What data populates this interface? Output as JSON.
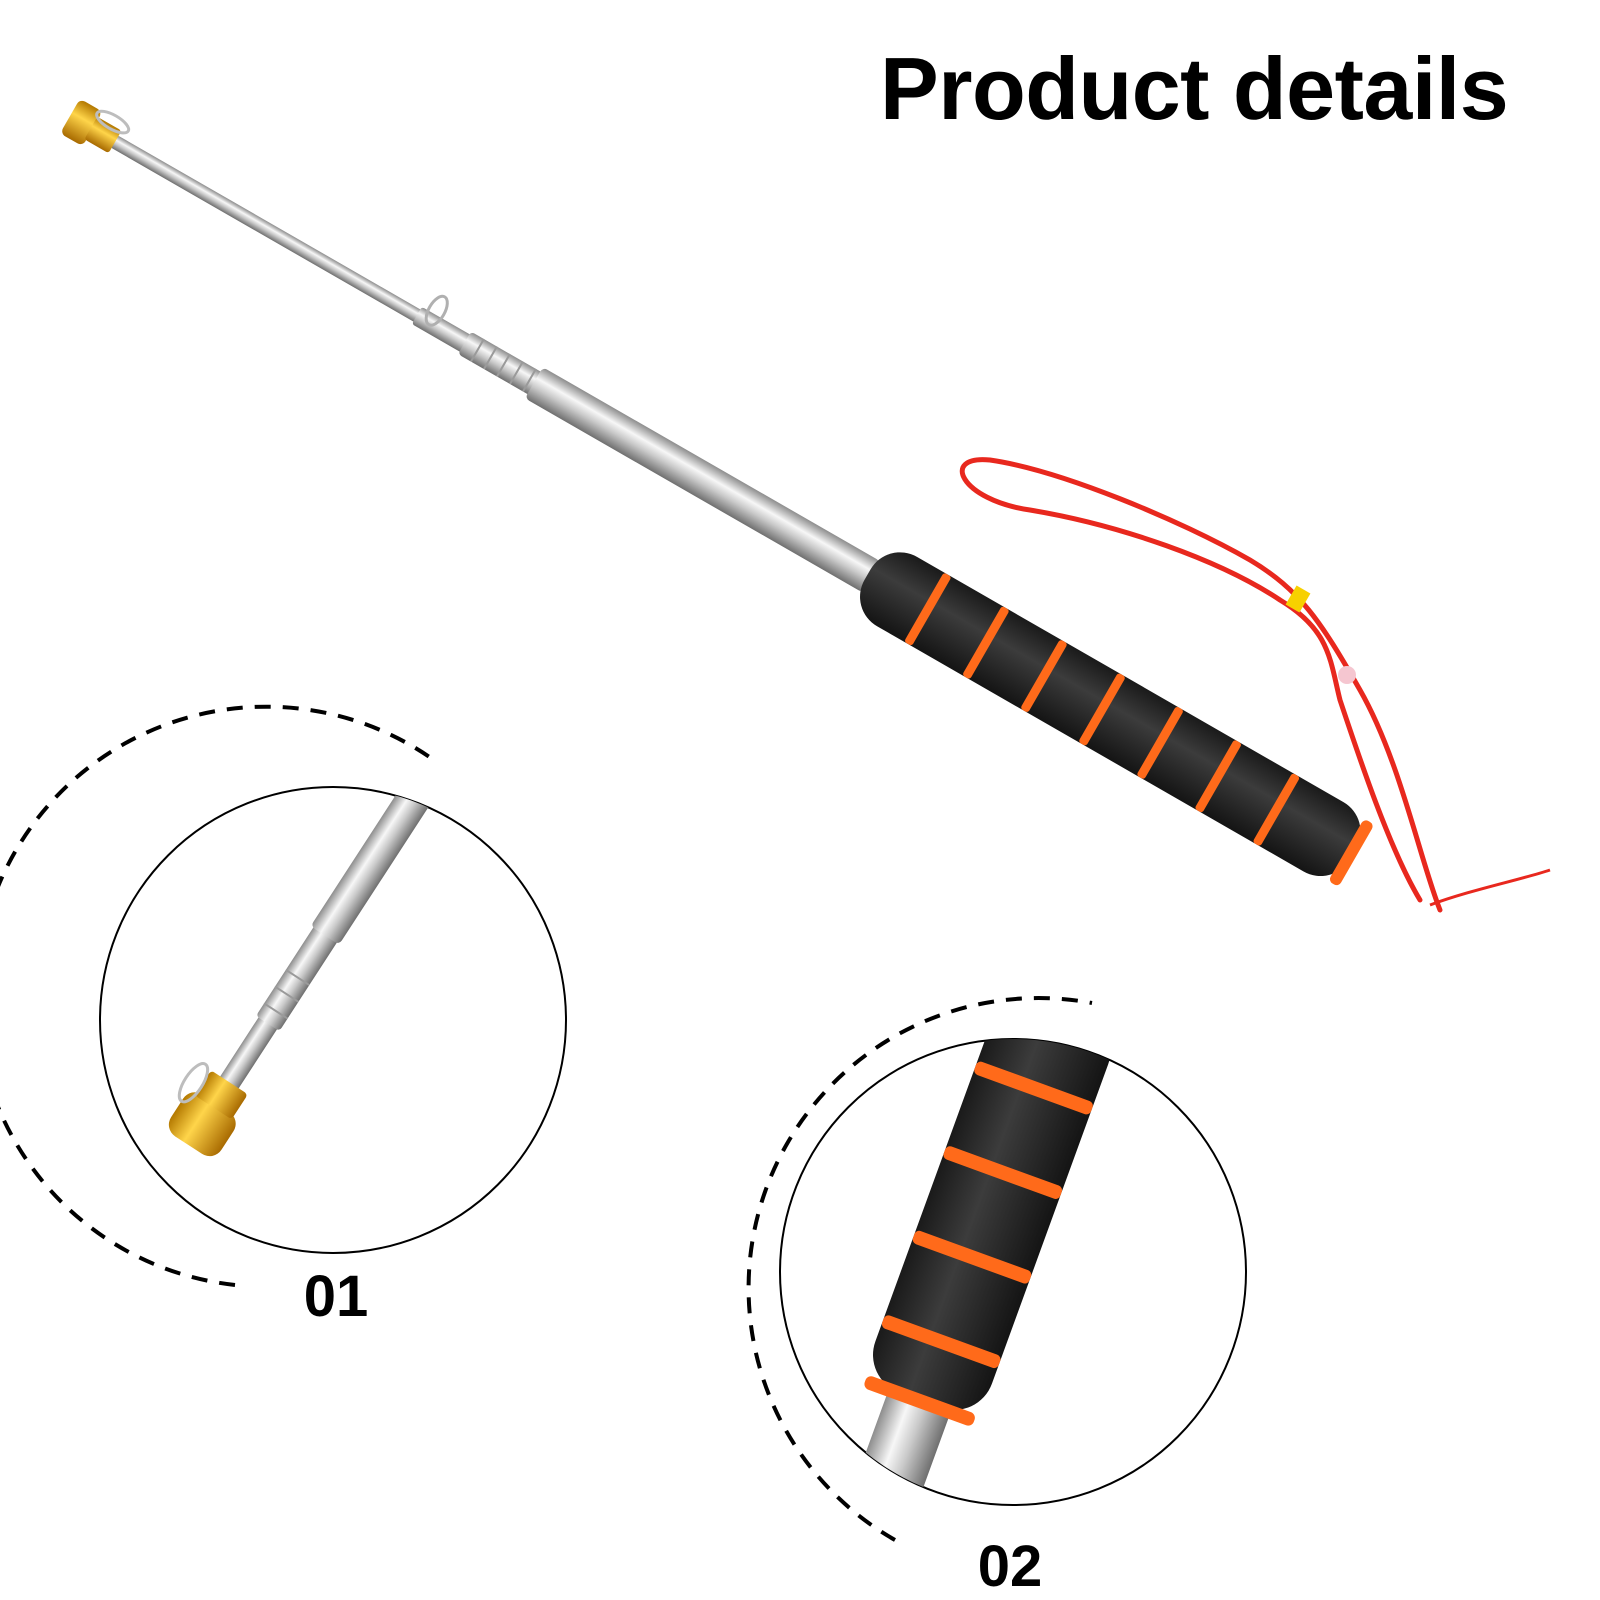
{
  "page": {
    "title": "Product details"
  },
  "details": [
    {
      "label": "01",
      "icon": "telescopic-tip-icon"
    },
    {
      "label": "02",
      "icon": "foam-grip-icon"
    }
  ],
  "colors": {
    "background": "#ffffff",
    "text": "#000000",
    "steel_light": "#f2f2f2",
    "steel_dark": "#8a8a8a",
    "foam": "#2b2b2b",
    "foam_ring": "#ff6a1a",
    "tip_gold": "#e8a800",
    "lanyard": "#e8281e"
  }
}
